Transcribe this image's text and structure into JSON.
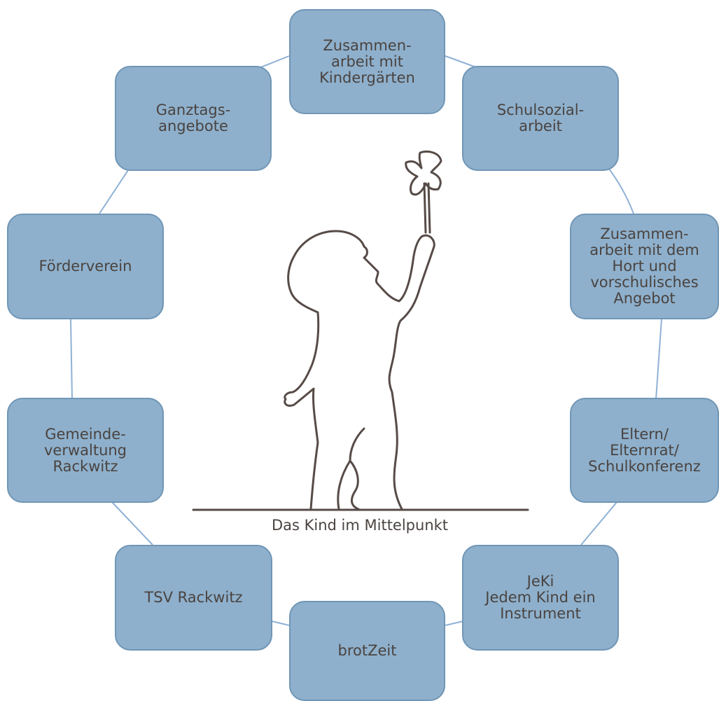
{
  "nodes": [
    {
      "id": "kindergarten",
      "label": "Zusammen-\narbeit mit\nKindergärten"
    },
    {
      "id": "schulsozialarbeit",
      "label": "Schulsozial-\narbeit"
    },
    {
      "id": "hort",
      "label": "Zusammen-\narbeit mit dem\nHort und\nvorschulisches\nAngebot"
    },
    {
      "id": "eltern",
      "label": "Eltern/\nElternrat/\nSchulkonferenz"
    },
    {
      "id": "jeki",
      "label": "JeKi\nJedem Kind ein\nInstrument"
    },
    {
      "id": "brotzeit",
      "label": "brotZeit"
    },
    {
      "id": "tsv",
      "label": "TSV Rackwitz"
    },
    {
      "id": "gemeinde",
      "label": "Gemeinde-\nverwaltung\nRackwitz"
    },
    {
      "id": "foerderverein",
      "label": "Förderverein"
    },
    {
      "id": "ganztag",
      "label": "Ganztags-\nangebote"
    }
  ],
  "center": {
    "caption": "Das Kind im Mittelpunkt"
  },
  "colors": {
    "node_fill": "#8eb0cc",
    "node_border": "#7096b6",
    "ring_line": "#8fb1d6",
    "illustration_stroke": "#564b47",
    "text": "#4a4340"
  },
  "icons": [
    "child-with-pinwheel-illustration"
  ]
}
